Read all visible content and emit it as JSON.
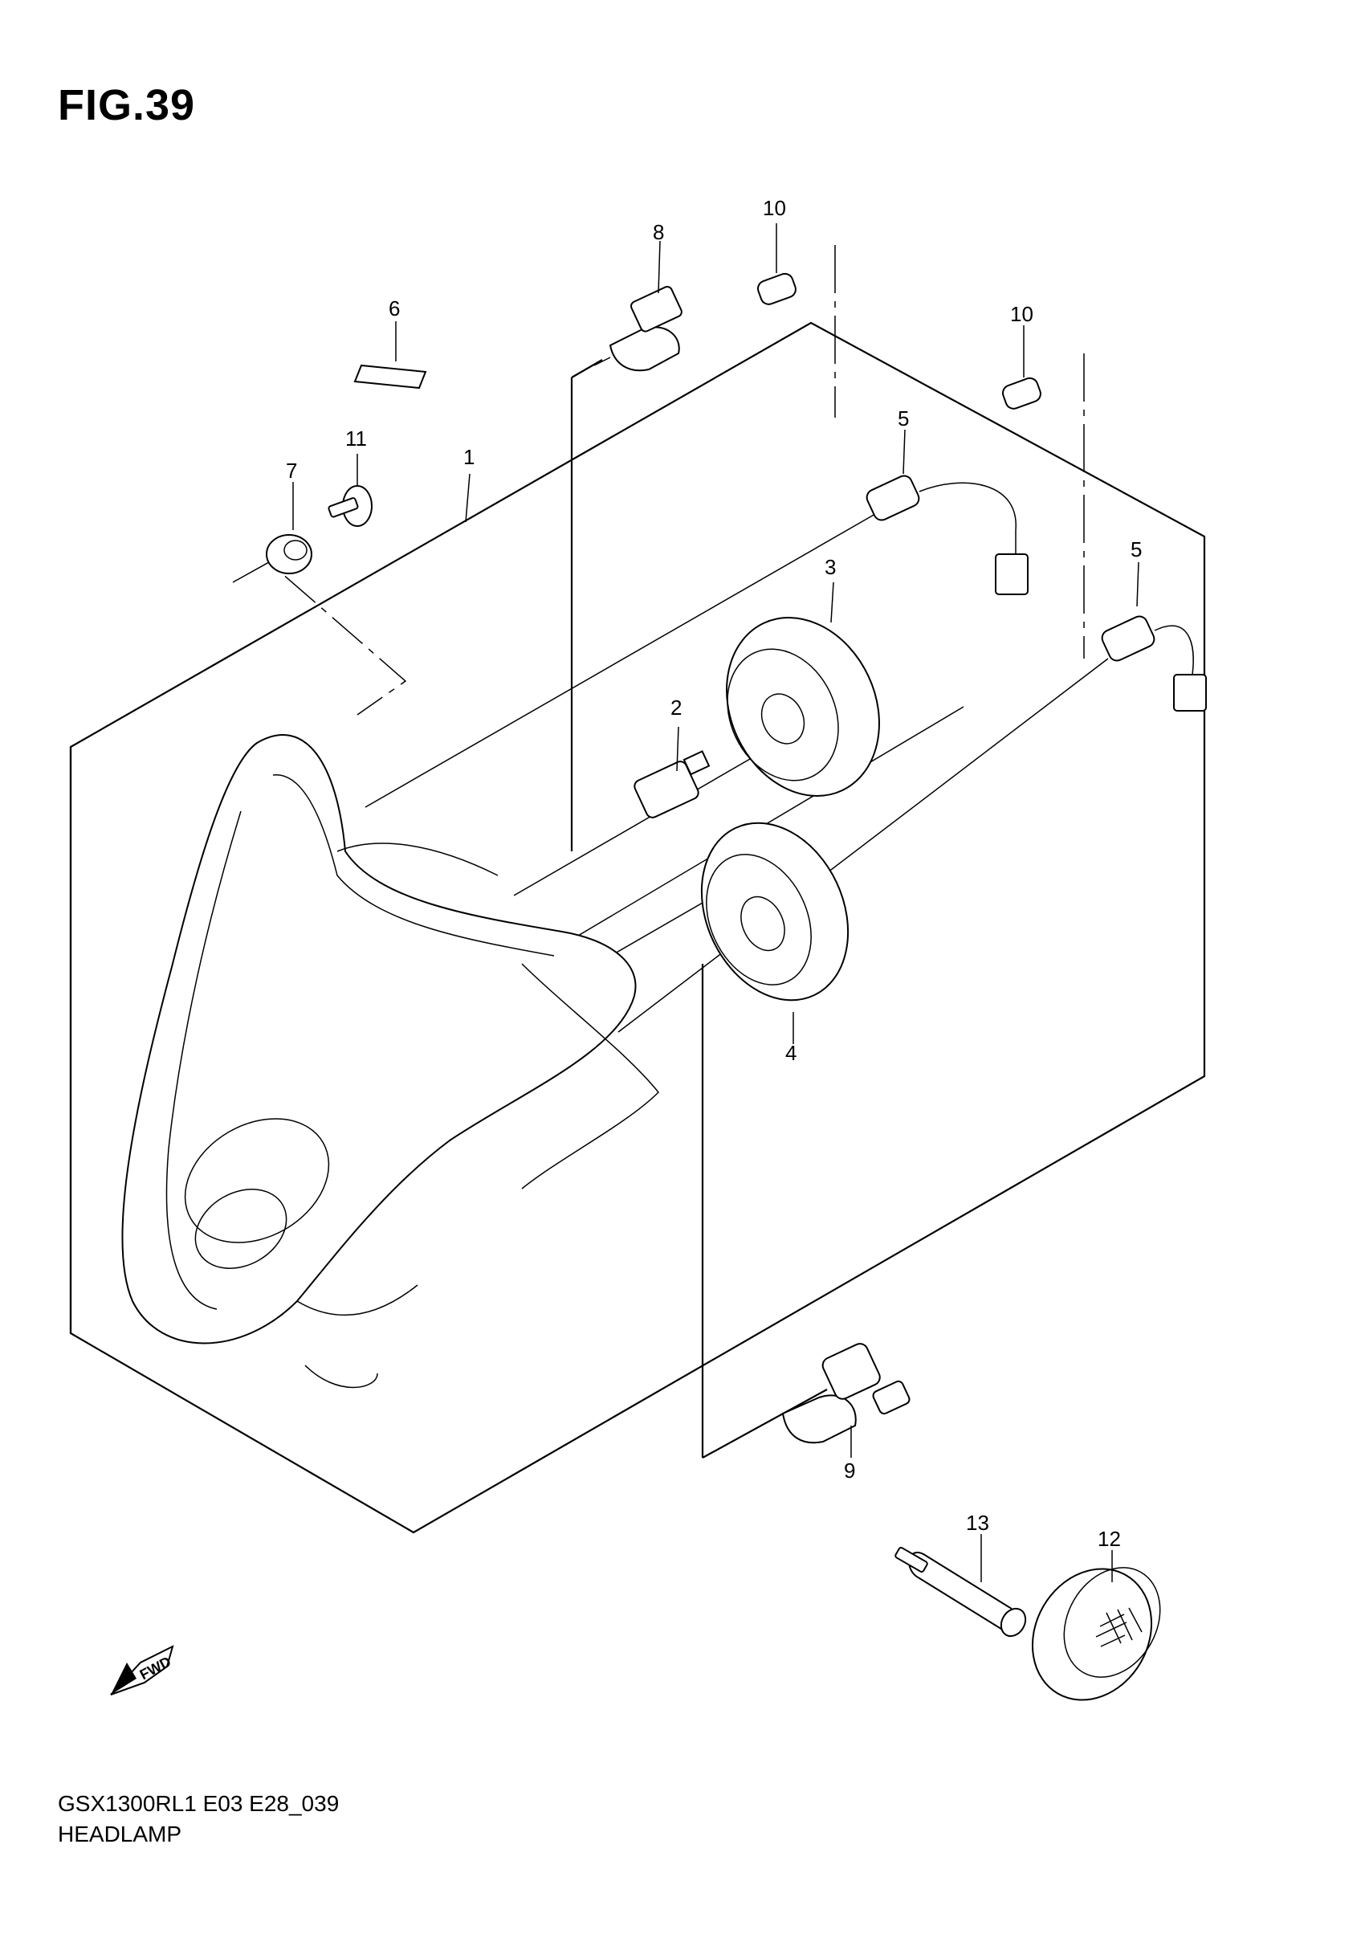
{
  "figure": {
    "title": "FIG.39",
    "model_code": "GSX1300RL1 E03 E28_039",
    "section_name": "HEADLAMP"
  },
  "fwd_label": "FWD",
  "callouts": [
    "1",
    "2",
    "3",
    "4",
    "5",
    "5",
    "6",
    "7",
    "8",
    "9",
    "10",
    "10",
    "11",
    "12",
    "13"
  ]
}
